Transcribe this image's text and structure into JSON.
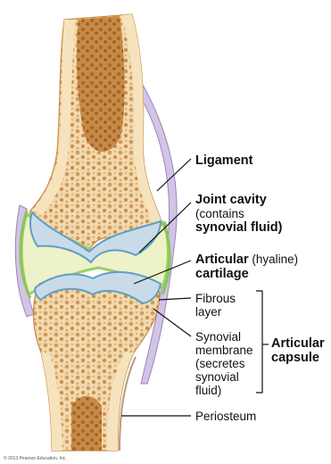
{
  "labels": {
    "ligament": "Ligament",
    "joint_cavity": "Joint cavity",
    "joint_cavity_contains": "(contains",
    "joint_cavity_fluid": "synovial fluid)",
    "articular": "Articular",
    "hyaline": " (hyaline)",
    "cartilage": "cartilage",
    "fibrous_1": "Fibrous",
    "fibrous_2": "layer",
    "synovial_1": "Synovial",
    "synovial_2": "membrane",
    "synovial_3": "(secretes",
    "synovial_4": "synovial",
    "synovial_5": "fluid)",
    "articular_capsule_1": "Articular",
    "articular_capsule_2": "capsule",
    "periosteum": "Periosteum"
  },
  "copyright": "© 2013 Pearson Education, Inc.",
  "colors": {
    "bone": "#f3dcb0",
    "spongy_bone": "#d9a46a",
    "marrow": "#b5762e",
    "cartilage": "#c9dbe8",
    "cartilage_edge": "#5f9fc7",
    "synovial_membrane": "#9ccf6a",
    "joint_fluid": "#eef2c8",
    "capsule": "#c9b9dd",
    "leader_line": "#111111"
  }
}
